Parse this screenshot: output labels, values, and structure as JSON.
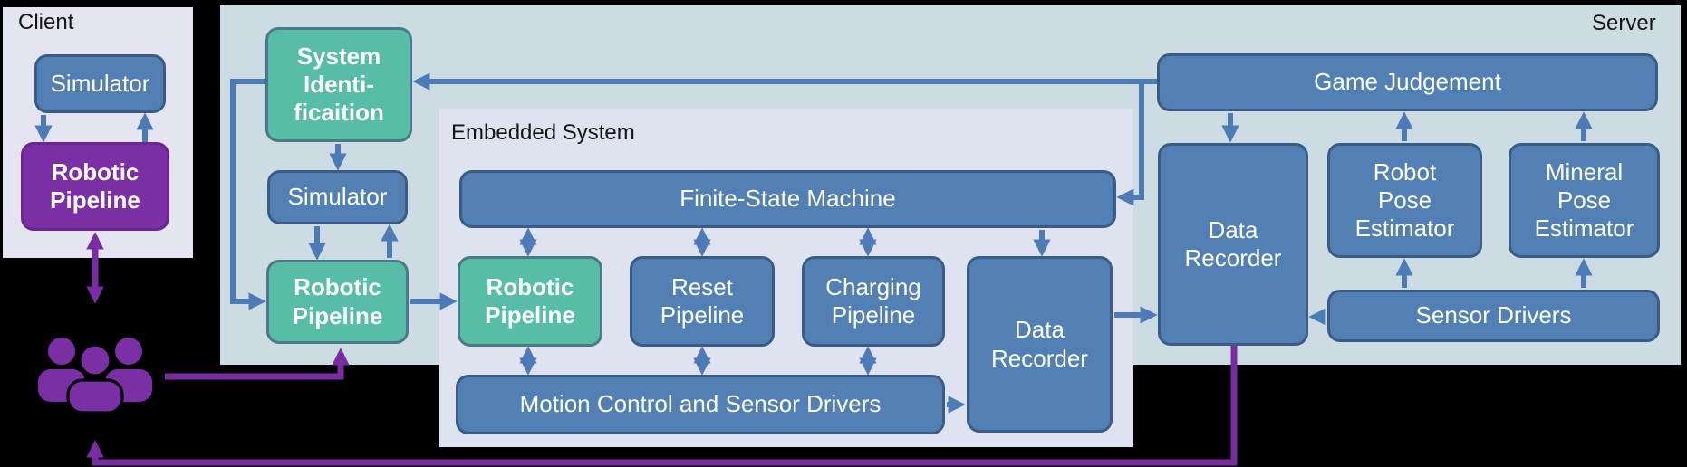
{
  "diagram": {
    "panels": {
      "client": {
        "label": "Client"
      },
      "server": {
        "label": "Server"
      },
      "embedded": {
        "label": "Embedded System"
      }
    },
    "boxes": {
      "client_simulator": {
        "label": "Simulator"
      },
      "client_robotic_pipeline": {
        "label": "Robotic\nPipeline"
      },
      "system_identification": {
        "label": "System\nIdenti-\nficaition"
      },
      "server_simulator": {
        "label": "Simulator"
      },
      "server_robotic_pipeline": {
        "label": "Robotic\nPipeline"
      },
      "finite_state_machine": {
        "label": "Finite-State Machine"
      },
      "embedded_robotic_pipeline": {
        "label": "Robotic\nPipeline"
      },
      "reset_pipeline": {
        "label": "Reset\nPipeline"
      },
      "charging_pipeline": {
        "label": "Charging\nPipeline"
      },
      "motion_control": {
        "label": "Motion Control and Sensor Drivers"
      },
      "embedded_data_recorder": {
        "label": "Data\nRecorder"
      },
      "game_judgement": {
        "label": "Game Judgement"
      },
      "server_data_recorder": {
        "label": "Data\nRecorder"
      },
      "robot_pose_estimator": {
        "label": "Robot\nPose\nEstimator"
      },
      "mineral_pose_estimator": {
        "label": "Mineral\nPose\nEstimator"
      },
      "sensor_drivers": {
        "label": "Sensor Drivers"
      }
    },
    "icons": {
      "users": "users-group-icon"
    },
    "colors": {
      "box_blue": "#5280b4",
      "box_teal": "#57bda6",
      "box_purple": "#7b2fa5",
      "arrow_blue": "#4d7bb8",
      "arrow_purple": "#7a2da3",
      "panel_client": "#e4e5f1",
      "panel_server": "#cddce2",
      "panel_embedded": "#dee3ef"
    }
  }
}
